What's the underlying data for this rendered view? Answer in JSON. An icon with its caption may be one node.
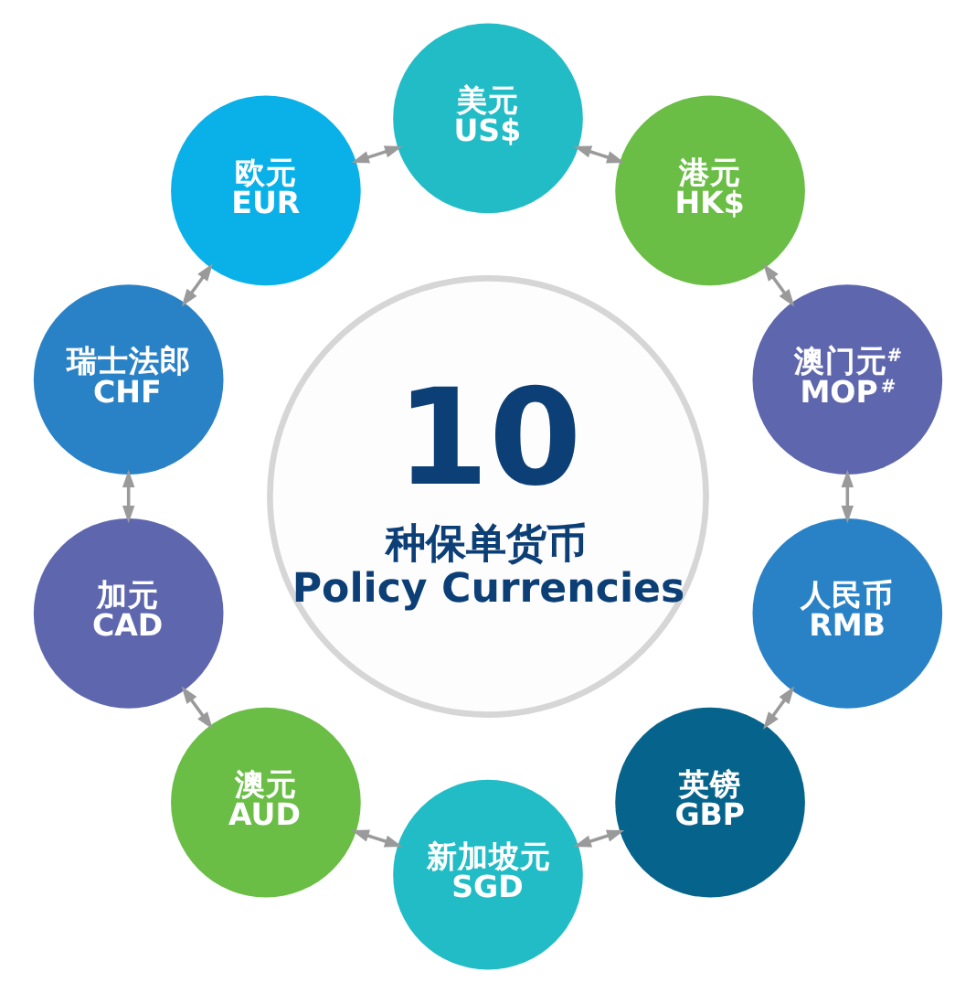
{
  "diagram": {
    "nodes": [
      {
        "text": [
          "美元",
          "US$"
        ]
      },
      {
        "text": [
          "港元",
          "HK$"
        ]
      },
      {
        "text": [
          "澳门元$^{#}$",
          "MOP$^{#}$"
        ]
      },
      {
        "text": [
          "人民币",
          "RMB"
        ]
      },
      {
        "text": [
          "英镑",
          "GBP"
        ]
      },
      {
        "text": [
          "新加坡元",
          "SGD"
        ]
      },
      {
        "text": [
          "澳元",
          "AUD"
        ]
      },
      {
        "text": [
          "加元",
          "CAD"
        ]
      },
      {
        "text": [
          "瑞士法郎",
          "CHF"
        ]
      },
      {
        "text": [
          "欧元",
          "EUR"
        ]
      },
      {
        "text": [
          "10",
          "种保单货币",
          "Policy Currencies"
        ]
      }
    ],
    "edges": [
      {
        "from": 0,
        "to": 1,
        "arrow": "both"
      },
      {
        "from": 1,
        "to": 2,
        "arrow": "both"
      },
      {
        "from": 2,
        "to": 3,
        "arrow": "both"
      },
      {
        "from": 3,
        "to": 4,
        "arrow": "both"
      },
      {
        "from": 4,
        "to": 5,
        "arrow": "both"
      },
      {
        "from": 5,
        "to": 6,
        "arrow": "both"
      },
      {
        "from": 6,
        "to": 7,
        "arrow": "both"
      },
      {
        "from": 7,
        "to": 8,
        "arrow": "both"
      },
      {
        "from": 8,
        "to": 9,
        "arrow": "both"
      },
      {
        "from": 9,
        "to": 0,
        "arrow": "both"
      }
    ]
  }
}
